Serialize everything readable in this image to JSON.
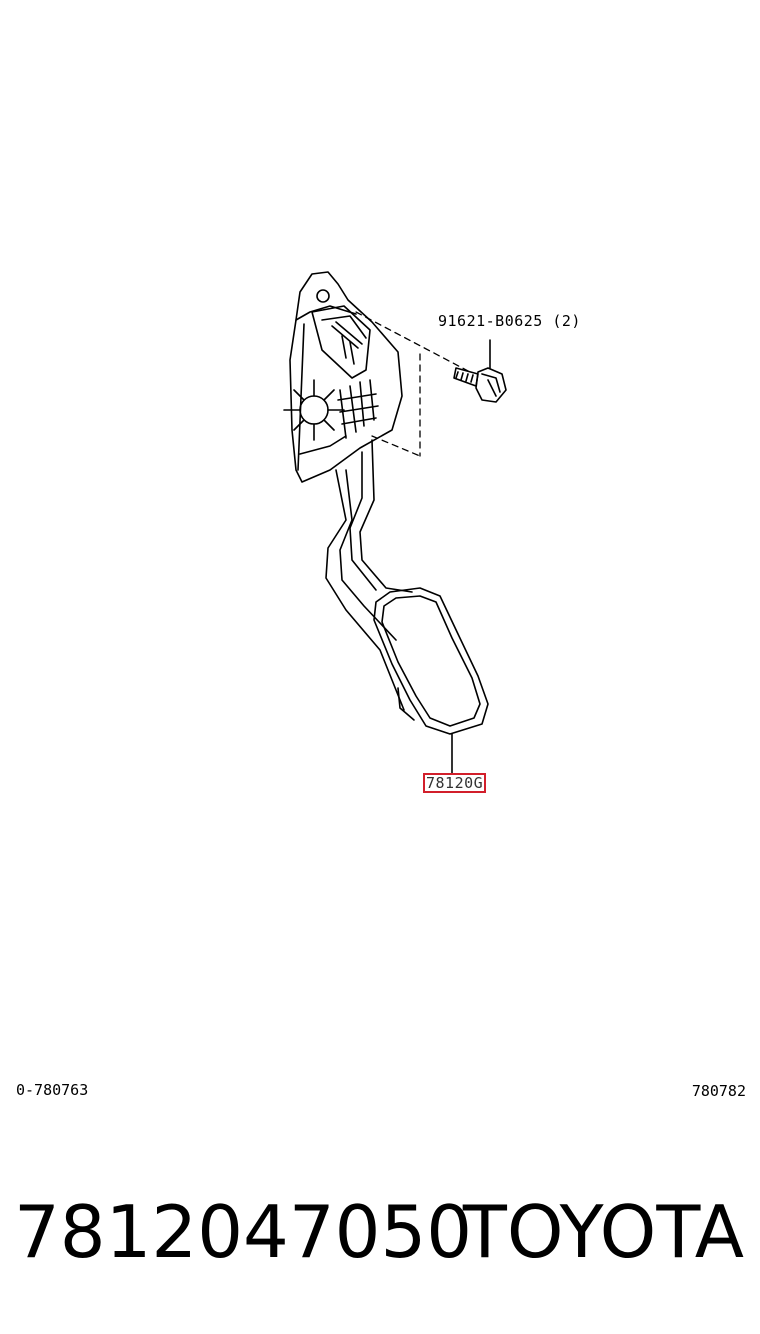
{
  "callouts": {
    "bolt": "91621-B0625 (2)",
    "pedal": "78120G"
  },
  "refs": {
    "left": "0-780763",
    "right": "780782"
  },
  "footer": {
    "part_number": "7812047050",
    "brand": "TOYOTA"
  },
  "colors": {
    "highlight": "#d21f2b",
    "line": "#000000"
  },
  "icons": {
    "bolt": "hex-flange-bolt",
    "assembly": "accelerator-pedal-assembly"
  }
}
